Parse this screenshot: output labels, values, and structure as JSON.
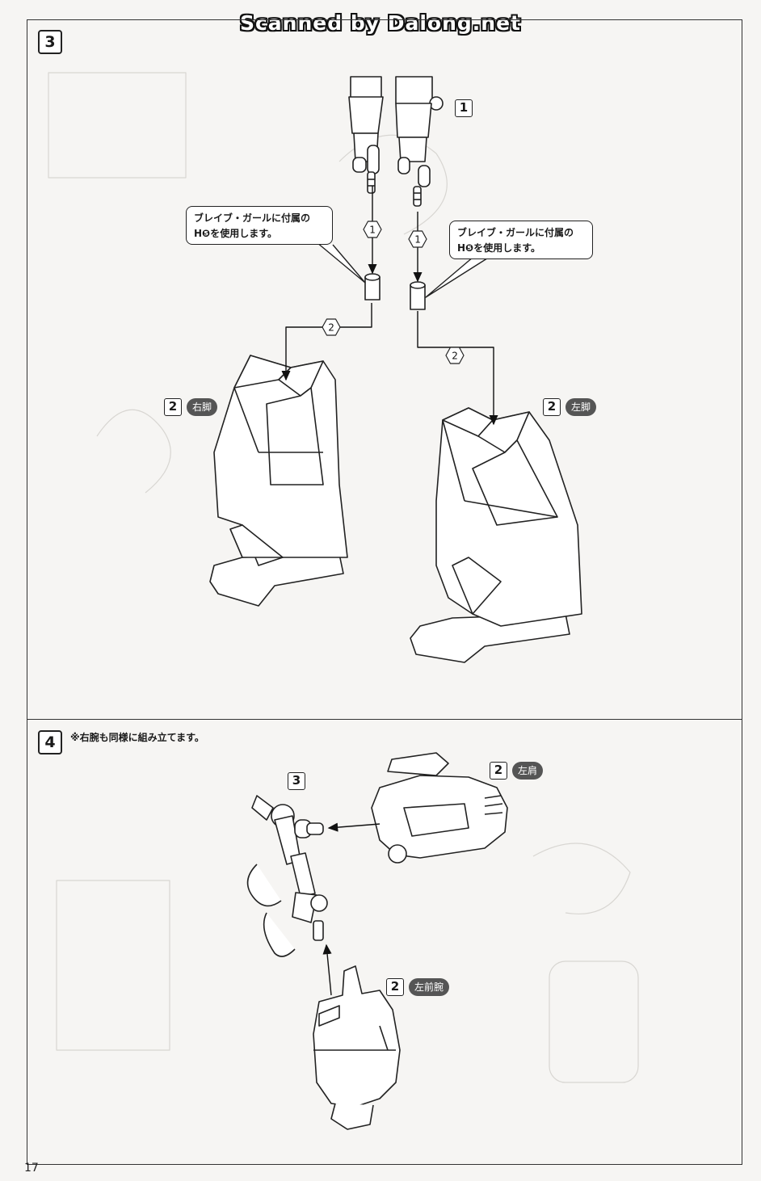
{
  "watermark": "Scanned by Dalong.net",
  "page_number": "17",
  "step3": {
    "number": "3",
    "leg_assembly_part": "1",
    "callout_left": [
      "ブレイブ・ガールに付属の",
      "H❺を使用します。"
    ],
    "callout_right": [
      "ブレイブ・ガールに付属の",
      "H❺を使用します。"
    ],
    "sequence_1": "1",
    "sequence_2": "2",
    "right_leg": {
      "part": "2",
      "label": "右脚"
    },
    "left_leg": {
      "part": "2",
      "label": "左脚"
    }
  },
  "step4": {
    "number": "4",
    "note": "※右腕も同様に組み立てます。",
    "body_part": "3",
    "left_shoulder": {
      "part": "2",
      "label": "左肩"
    },
    "left_forearm": {
      "part": "2",
      "label": "左前腕"
    }
  }
}
